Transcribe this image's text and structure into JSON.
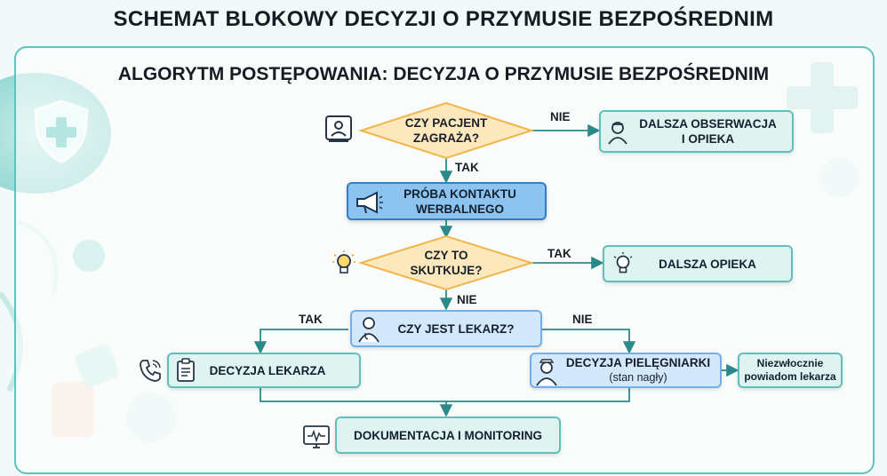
{
  "title": "SCHEMAT BLOKOWY DECYZJI O PRZYMUSIE BEZPOŚREDNIM",
  "subtitle": "ALGORYTM POSTĘPOWANIA: DECYZJA O PRZYMUSIE BEZPOŚREDNIM",
  "nodes": {
    "d1_line1": "CZY PACJENT",
    "d1_line2": "ZAGRAŻA?",
    "obs_line1": "DALSZA OBSERWACJA",
    "obs_line2": "I OPIEKA",
    "verbal_line1": "PRÓBA KONTAKTU",
    "verbal_line2": "WERBALNEGO",
    "d2_line1": "CZY TO",
    "d2_line2": "SKUTKUJE?",
    "care": "DALSZA OPIEKA",
    "doctor_q": "CZY JEST LEKARZ?",
    "doctor_decision": "DECYZJA LEKARZA",
    "nurse_line1": "DECYZJA PIELĘGNIARKI",
    "nurse_line2": "(stan nagły)",
    "notify_line1": "Niezwłocznie",
    "notify_line2": "powiadom lekarza",
    "doc_mon": "DOKUMENTACJA I MONITORING"
  },
  "edges": {
    "d1_no": "NIE",
    "d1_yes": "TAK",
    "d2_yes": "TAK",
    "d2_no": "NIE",
    "doc_yes": "TAK",
    "doc_no": "NIE"
  },
  "colors": {
    "teal_border": "#5fc0bb",
    "teal_fill": "#dff3f1",
    "blue_fill": "#8cc4ef",
    "blue_border": "#2f7fc8",
    "diamond_fill": "#fde7bd",
    "diamond_border": "#f0b54b",
    "arrow": "#2a8a8a"
  },
  "icons": [
    "shield-cross-icon",
    "monitor-patient-icon",
    "nurse-icon",
    "megaphone-icon",
    "lightbulb-icon",
    "doctor-icon",
    "phone-icon",
    "clipboard-icon",
    "screen-pulse-icon"
  ]
}
